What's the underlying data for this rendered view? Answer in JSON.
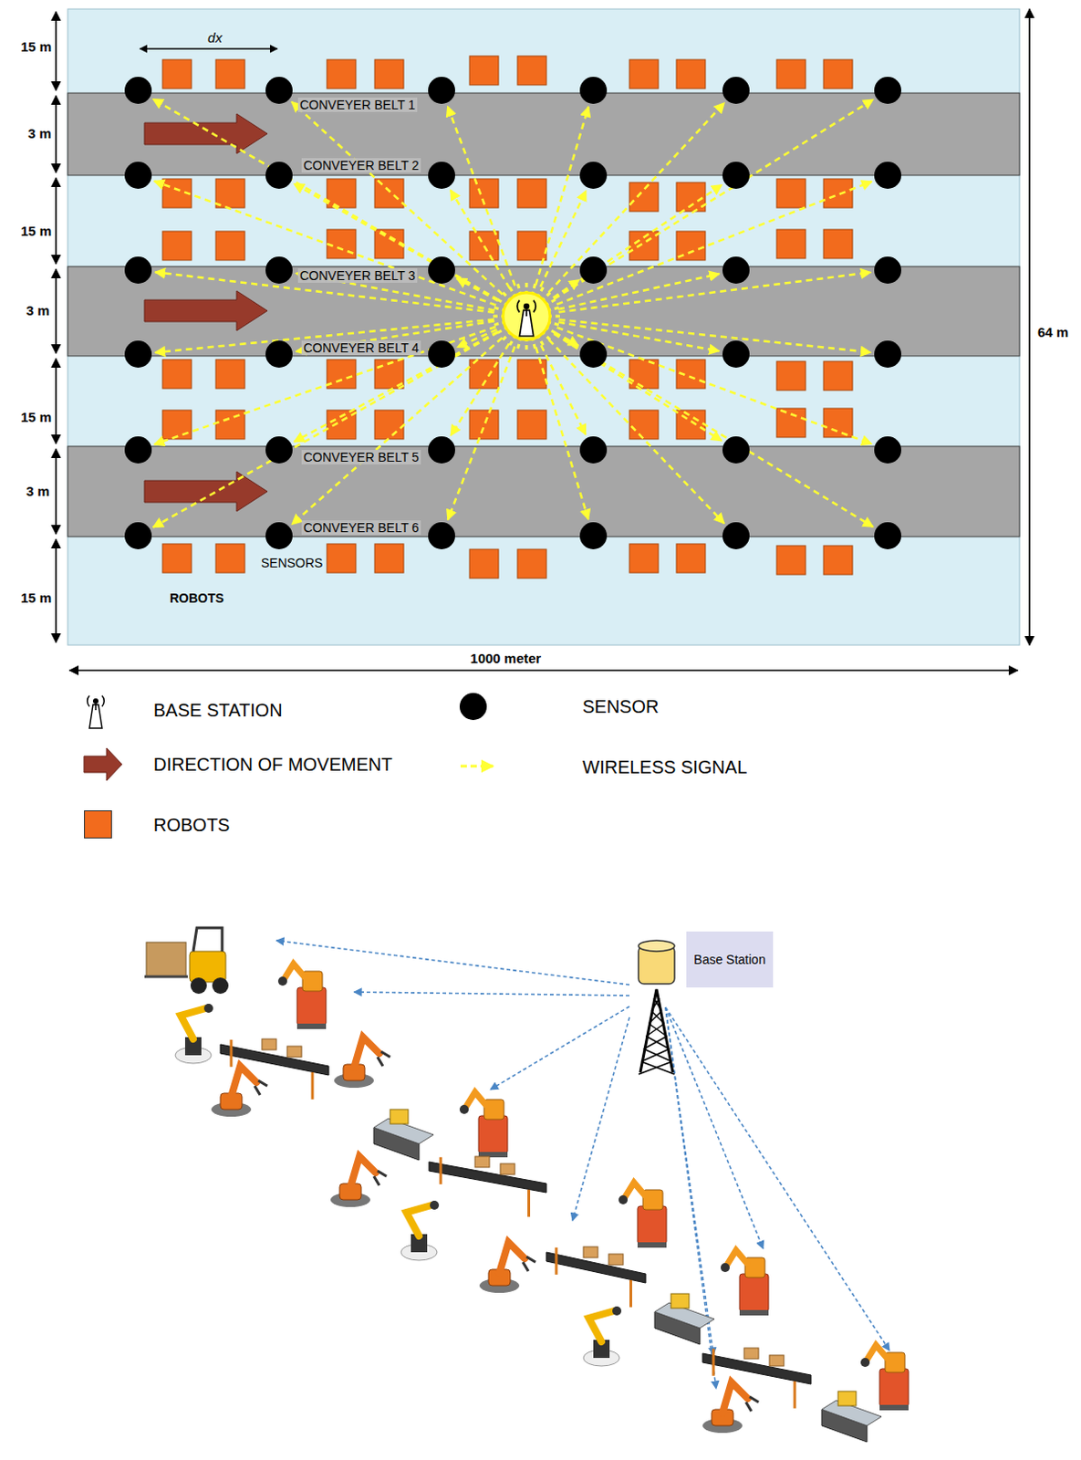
{
  "diagram": {
    "nodes": [
      {
        "text": [
          "Base Station"
        ]
      }
    ],
    "labels": [
      "15 m",
      "dx",
      "CONVEYER BELT 1",
      "3 m",
      "CONVEYER BELT 2",
      "15 m",
      "CONVEYER BELT 3",
      "3 m",
      "CONVEYER BELT 4",
      "15 m",
      "CONVEYER BELT 5",
      "3 m",
      "CONVEYER BELT 6",
      "SENSORS",
      "15 m",
      "ROBOTS",
      "64 m",
      "1000 meter"
    ],
    "legend": [
      {
        "text": "BASE STATION"
      },
      {
        "text": "SENSOR",
        "color": "#000000"
      },
      {
        "text": "DIRECTION OF MOVEMENT"
      },
      {
        "text": "WIRELESS SIGNAL"
      },
      {
        "text": "ROBOTS",
        "color": "#f26b1d"
      }
    ]
  }
}
